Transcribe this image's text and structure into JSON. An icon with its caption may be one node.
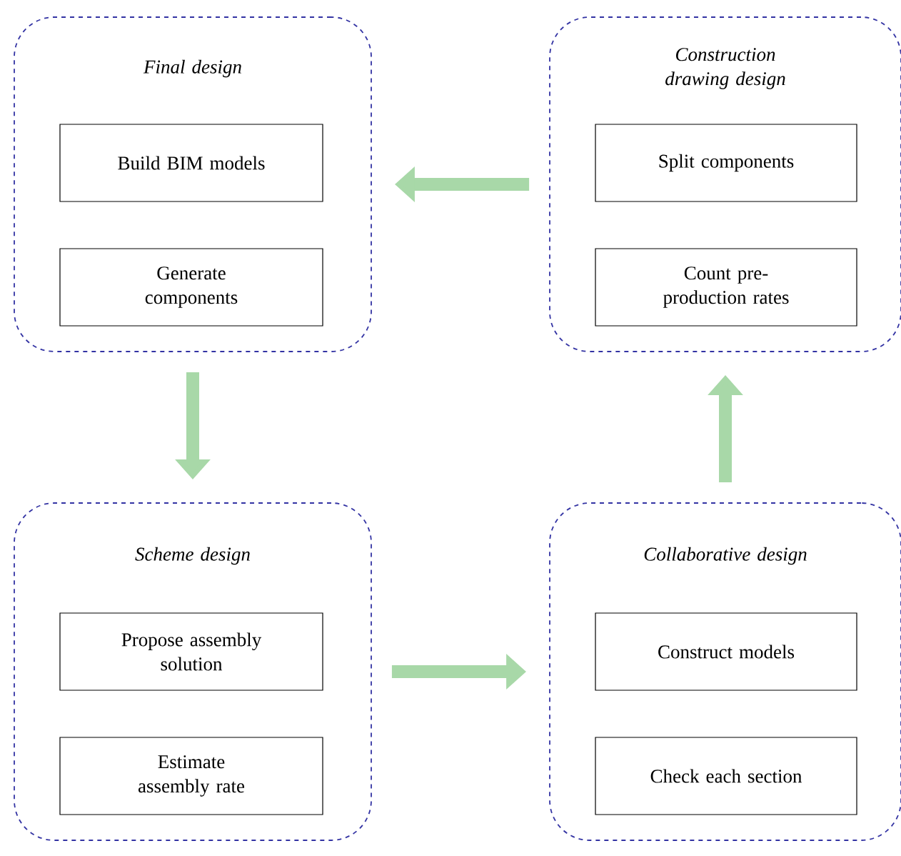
{
  "diagram": {
    "nodes": [
      {
        "text": [
          "Final design"
        ]
      },
      {
        "text": [
          "Build BIM models"
        ],
        "in": 0
      },
      {
        "text": [
          "Generate components"
        ],
        "in": 0
      },
      {
        "text": [
          "Construction drawing design"
        ]
      },
      {
        "text": [
          "Split components"
        ],
        "in": 3
      },
      {
        "text": [
          "Count pre-production rates"
        ],
        "in": 3
      },
      {
        "text": [
          "Scheme design"
        ]
      },
      {
        "text": [
          "Propose assembly solution"
        ],
        "in": 6
      },
      {
        "text": [
          "Estimate assembly rate"
        ],
        "in": 6
      },
      {
        "text": [
          "Collaborative design"
        ]
      },
      {
        "text": [
          "Construct models"
        ],
        "in": 9
      },
      {
        "text": [
          "Check each section"
        ],
        "in": 9
      }
    ],
    "edges": [
      {
        "from": 3,
        "to": 0,
        "arrow": "to"
      },
      {
        "from": 0,
        "to": 6,
        "arrow": "to"
      },
      {
        "from": 6,
        "to": 9,
        "arrow": "to"
      },
      {
        "from": 9,
        "to": 3,
        "arrow": "to"
      }
    ]
  }
}
